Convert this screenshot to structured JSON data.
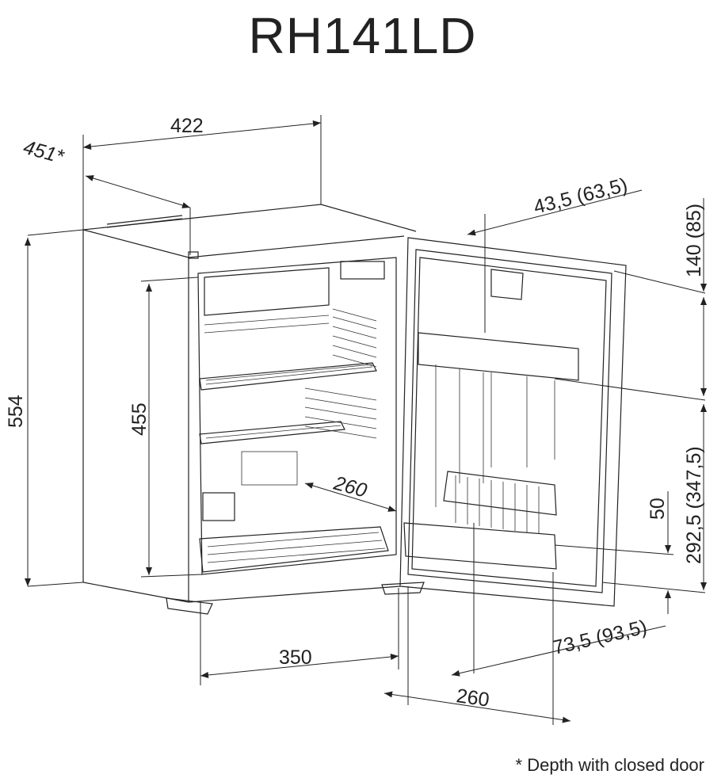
{
  "title": "RH141LD",
  "footnote": "* Depth with closed door",
  "dimensions": {
    "width": "422",
    "depth_closed": "451*",
    "height": "554",
    "inner_height": "455",
    "inner_depth": "260",
    "inner_width": "350",
    "door_depth": "260",
    "top_offset": "43,5 (63,5)",
    "top_shelf": "140 (85)",
    "lower_shelf": "292,5 (347,5)",
    "bottom_bin": "50",
    "bottom_offset": "73,5 (93,5)"
  }
}
